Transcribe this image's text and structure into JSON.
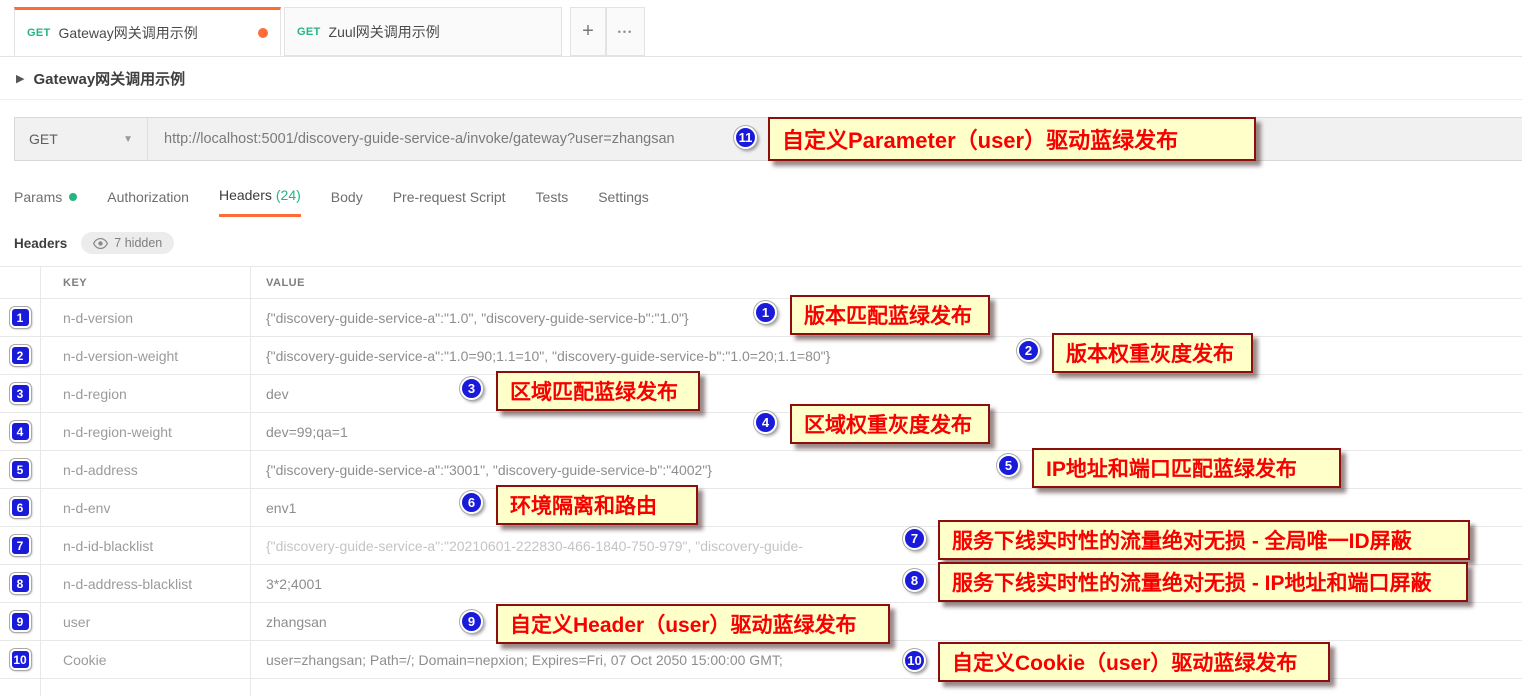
{
  "tabs": {
    "items": [
      {
        "method": "GET",
        "label": "Gateway网关调用示例",
        "active": true,
        "unsaved_dot": true
      },
      {
        "method": "GET",
        "label": "Zuul网关调用示例",
        "active": false
      }
    ],
    "add_label": "+",
    "more_label": "•••"
  },
  "request": {
    "title": "Gateway网关调用示例",
    "method": "GET",
    "url": "http://localhost:5001/discovery-guide-service-a/invoke/gateway?user=zhangsan"
  },
  "request_tabs": [
    {
      "label": "Params",
      "dot": true
    },
    {
      "label": "Authorization"
    },
    {
      "label": "Headers",
      "count": "(24)",
      "active": true
    },
    {
      "label": "Body"
    },
    {
      "label": "Pre-request Script"
    },
    {
      "label": "Tests"
    },
    {
      "label": "Settings"
    }
  ],
  "headers_section": {
    "title": "Headers",
    "hidden_label": "7 hidden",
    "eye_icon": "eye-icon"
  },
  "table": {
    "columns": [
      "KEY",
      "VALUE"
    ],
    "rows": [
      {
        "num": "1",
        "key": "n-d-version",
        "value": "{\"discovery-guide-service-a\":\"1.0\", \"discovery-guide-service-b\":\"1.0\"}"
      },
      {
        "num": "2",
        "key": "n-d-version-weight",
        "value": "{\"discovery-guide-service-a\":\"1.0=90;1.1=10\", \"discovery-guide-service-b\":\"1.0=20;1.1=80\"}"
      },
      {
        "num": "3",
        "key": "n-d-region",
        "value": "dev"
      },
      {
        "num": "4",
        "key": "n-d-region-weight",
        "value": "dev=99;qa=1"
      },
      {
        "num": "5",
        "key": "n-d-address",
        "value": "{\"discovery-guide-service-a\":\"3001\", \"discovery-guide-service-b\":\"4002\"}"
      },
      {
        "num": "6",
        "key": "n-d-env",
        "value": "env1"
      },
      {
        "num": "7",
        "key": "n-d-id-blacklist",
        "value": "{\"discovery-guide-service-a\":\"20210601-222830-466-1840-750-979\", \"discovery-guide-",
        "muted": true
      },
      {
        "num": "8",
        "key": "n-d-address-blacklist",
        "value": "3*2;4001"
      },
      {
        "num": "9",
        "key": "user",
        "value": "zhangsan"
      },
      {
        "num": "10",
        "key": "Cookie",
        "value": "user=zhangsan; Path=/; Domain=nepxion; Expires=Fri, 07 Oct 2050 15:00:00 GMT;"
      },
      {
        "num": "",
        "key": "",
        "value": ""
      }
    ]
  },
  "annotations": [
    {
      "num": "11",
      "text": "自定义Parameter（user）驱动蓝绿发布"
    },
    {
      "num": "1",
      "text": "版本匹配蓝绿发布"
    },
    {
      "num": "2",
      "text": "版本权重灰度发布"
    },
    {
      "num": "3",
      "text": "区域匹配蓝绿发布"
    },
    {
      "num": "4",
      "text": "区域权重灰度发布"
    },
    {
      "num": "5",
      "text": "IP地址和端口匹配蓝绿发布"
    },
    {
      "num": "6",
      "text": "环境隔离和路由"
    },
    {
      "num": "7",
      "text": "服务下线实时性的流量绝对无损 - 全局唯一ID屏蔽"
    },
    {
      "num": "8",
      "text": "服务下线实时性的流量绝对无损 - IP地址和端口屏蔽"
    },
    {
      "num": "9",
      "text": "自定义Header（user）驱动蓝绿发布"
    },
    {
      "num": "10",
      "text": "自定义Cookie（user）驱动蓝绿发布"
    }
  ],
  "colors": {
    "accent_orange": "#ff6c37",
    "method_green": "#26b47f",
    "annotation_red": "#f80000",
    "annotation_bg": "#ffffc9",
    "annotation_border": "#8e0e0e",
    "number_badge_blue": "#1a1adb"
  }
}
